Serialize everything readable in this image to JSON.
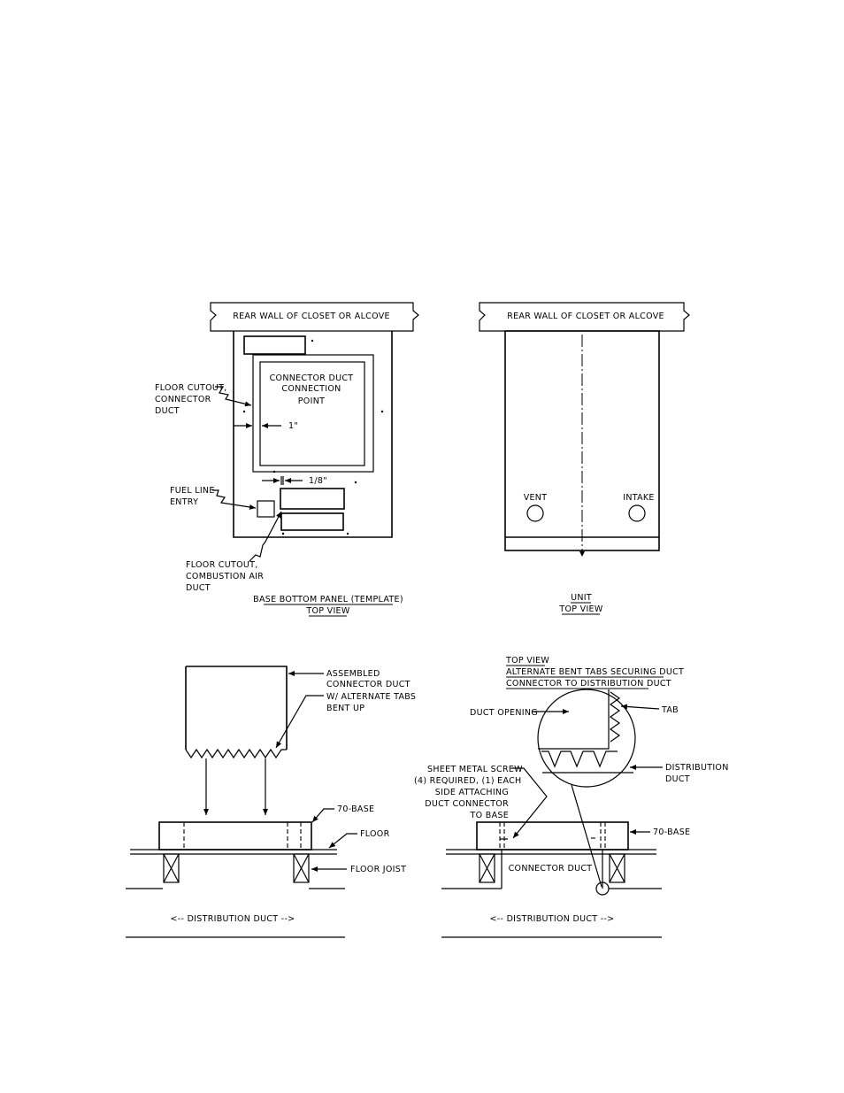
{
  "top_left": {
    "wall_label": "REAR WALL OF CLOSET OR ALCOVE",
    "connector_line1": "CONNECTOR DUCT",
    "connector_line2": "CONNECTION",
    "connector_line3": "POINT",
    "floor_cutout_1": "FLOOR CUTOUT,",
    "floor_cutout_2": "CONNECTOR",
    "floor_cutout_3": "DUCT",
    "dim_1in": "1\"",
    "dim_eighth": "1/8\"",
    "fuel_1": "FUEL LINE",
    "fuel_2": "ENTRY",
    "comb_1": "FLOOR CUTOUT,",
    "comb_2": "COMBUSTION AIR",
    "comb_3": "DUCT",
    "caption_1": "BASE BOTTOM PANEL (TEMPLATE)",
    "caption_2": "TOP VIEW"
  },
  "top_right": {
    "wall_label": "REAR WALL OF CLOSET OR ALCOVE",
    "vent": "VENT",
    "intake": "INTAKE",
    "caption_1": "UNIT",
    "caption_2": "TOP VIEW"
  },
  "bottom_left": {
    "assembled_1": "ASSEMBLED",
    "assembled_2": "CONNECTOR DUCT",
    "assembled_3": "W/ ALTERNATE TABS",
    "assembled_4": "BENT UP",
    "base": "70-BASE",
    "floor": "FLOOR",
    "joist": "FLOOR JOIST",
    "dist": "<-- DISTRIBUTION DUCT -->"
  },
  "bottom_right": {
    "title_1": "TOP VIEW",
    "title_2": "ALTERNATE BENT TABS SECURING DUCT",
    "title_3": "CONNECTOR TO DISTRIBUTION DUCT",
    "duct_opening": "DUCT OPENING",
    "tab": "TAB",
    "dist_1": "DISTRIBUTION",
    "dist_2": "DUCT",
    "screw_1": "SHEET METAL SCREW",
    "screw_2": "(4) REQUIRED, (1) EACH",
    "screw_3": "SIDE ATTACHING",
    "screw_4": "DUCT CONNECTOR",
    "screw_5": "TO BASE",
    "base": "70-BASE",
    "connector": "CONNECTOR DUCT",
    "dist": "<-- DISTRIBUTION DUCT -->"
  }
}
